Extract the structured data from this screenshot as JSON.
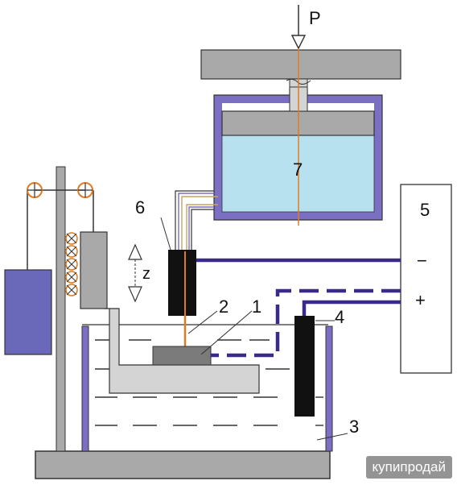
{
  "labels": {
    "force": "P",
    "axis": "z",
    "part1": "1",
    "part2": "2",
    "part3": "3",
    "part4": "4",
    "part5": "5",
    "part6": "6",
    "part7": "7",
    "minus": "−",
    "plus": "+"
  },
  "watermark": "купипродай",
  "colors": {
    "navy": "#3b2a8a",
    "purple_frame": "#7b6fc4",
    "fluid": "#b7e1ef",
    "steel": "#a9a9a9",
    "light_steel": "#d4d4d4",
    "dark": "#111111",
    "orange": "#e07b25",
    "weight": "#6a68b8"
  }
}
